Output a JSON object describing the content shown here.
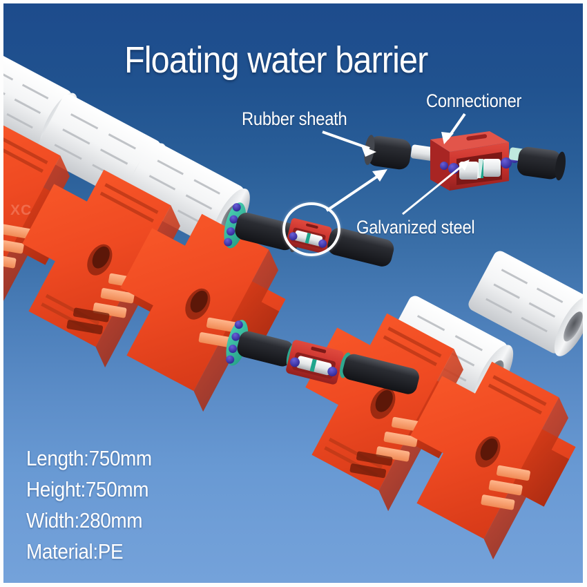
{
  "title": "Floating water barrier",
  "callouts": [
    {
      "id": "rubber-sheath",
      "label": "Rubber sheath"
    },
    {
      "id": "connectioner",
      "label": "Connectioner"
    },
    {
      "id": "galvanized-steel",
      "label": "Galvanized steel"
    }
  ],
  "specs": [
    "Length:750mm",
    "Height:750mm",
    "Width:280mm",
    "Material:PE"
  ],
  "watermark": "XC",
  "colors": {
    "background_top": "#1d4b8c",
    "background_bottom": "#74a2da",
    "float_body": "#ef4a22",
    "float_highlight": "#f79a6a",
    "float_shadow": "#8e2010",
    "roller_white": "#f2f2f2",
    "roller_shadow": "#b9bcc2",
    "rubber_sheath": "#23252b",
    "connector_red": "#c8302c",
    "steel_white": "#e8eaec",
    "bolt_blue": "#3b32a8",
    "flange_teal": "#35b39a",
    "label_text": "#ffffff"
  }
}
